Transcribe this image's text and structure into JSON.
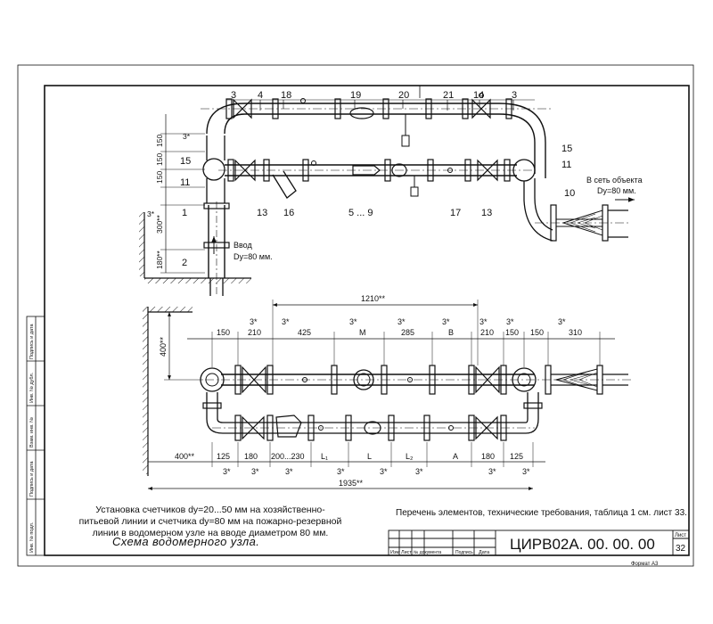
{
  "callouts_top": [
    "3",
    "4",
    "18",
    "19",
    "20",
    "21",
    "14",
    "3"
  ],
  "callouts_mid": [
    "15",
    "11",
    "15",
    "11",
    "10"
  ],
  "callouts_bottom": [
    "1",
    "2",
    "13",
    "16",
    "5 ... 9",
    "17",
    "13"
  ],
  "left_dims": [
    "150",
    "150",
    "150",
    "300**",
    "180**"
  ],
  "mark_3star": "3*",
  "inlet_label": [
    "Ввод",
    "Dy=80 мм."
  ],
  "outlet_label": [
    "В сеть объекта",
    "Dy=80 мм."
  ],
  "plan": {
    "top_overall": "1210**",
    "top_dims": [
      "150",
      "210",
      "425",
      "M",
      "285",
      "B",
      "210",
      "150",
      "150",
      "310"
    ],
    "bottom_dims": [
      "400**",
      "125",
      "180",
      "200...230",
      "L₁",
      "L",
      "L₂",
      "A",
      "180",
      "125"
    ],
    "bottom_overall": "1935**",
    "left_height": "400**"
  },
  "description": "Установка счетчиков dy=20...50 мм на хозяйственно-питьевой линии и счетчика dy=80 мм на пожарно-резервной линии в водомерном узле на вводе диаметром 80 мм.",
  "drawing_title": "Схема водомерного узла.",
  "reference_note": "Перечень элементов, технические требования, таблица 1 см. лист 33.",
  "title_block": {
    "code": "ЦИРВ02А. 00. 00. 00",
    "sheet_label": "Лист",
    "sheet_no": "32",
    "format": "Формат А3",
    "columns": [
      "Изм",
      "Лист",
      "№ документа",
      "Подпись",
      "Дата"
    ]
  },
  "side_stamp": [
    "Подпись и дата",
    "Инв. № дубл.",
    "Взам. инв. №",
    "Подпись и дата",
    "Инв. № подл."
  ]
}
